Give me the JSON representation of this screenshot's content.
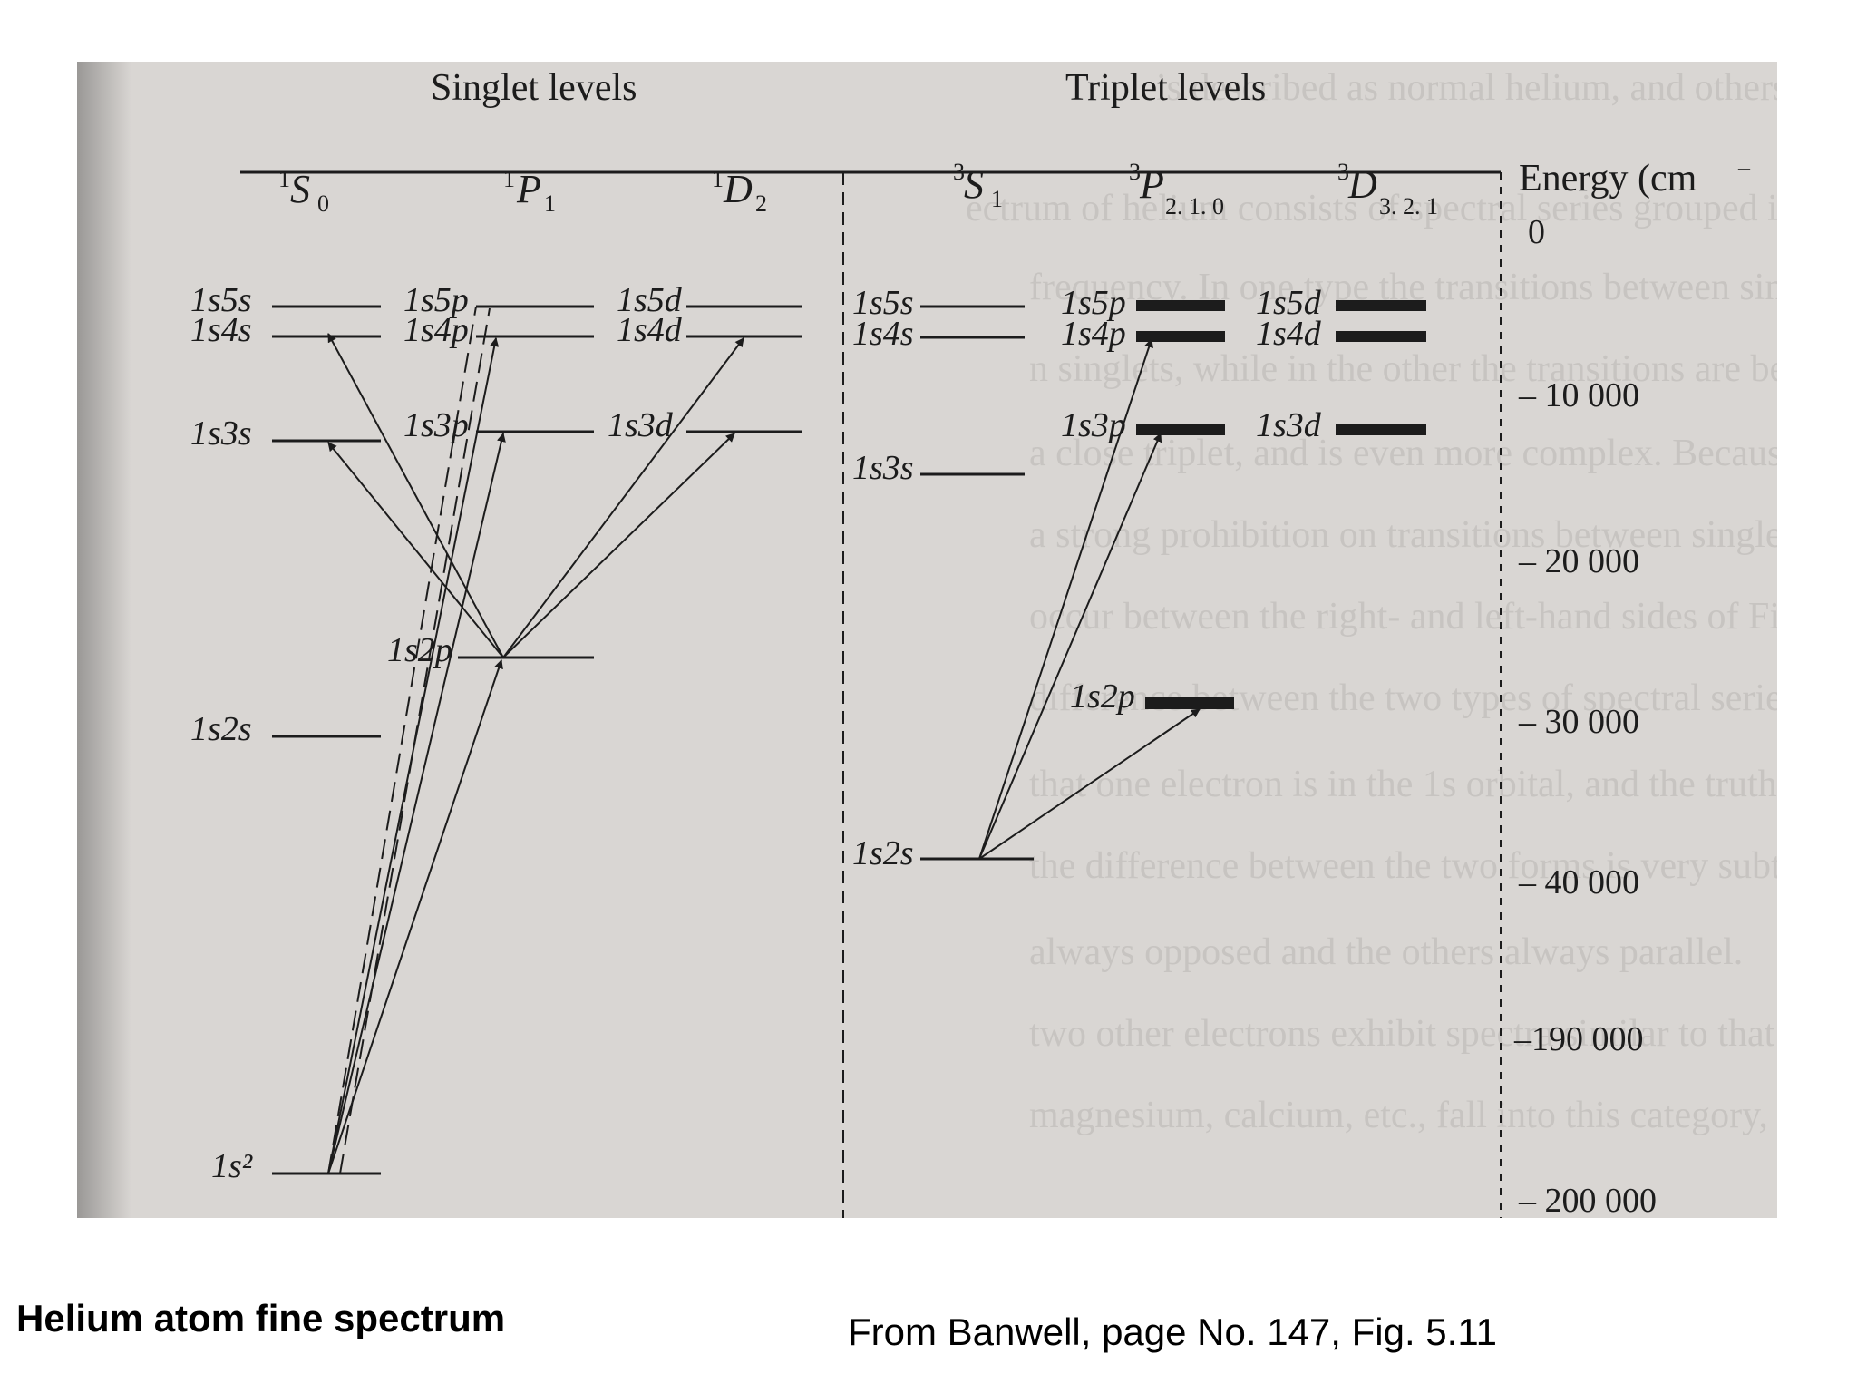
{
  "headers": {
    "singlet": "Singlet levels",
    "triplet": "Triplet levels"
  },
  "singlet_terms": [
    {
      "pre": "1",
      "letter": "S",
      "sub": "0"
    },
    {
      "pre": "1",
      "letter": "P",
      "sub": "1"
    },
    {
      "pre": "1",
      "letter": "D",
      "sub": "2"
    }
  ],
  "triplet_terms": [
    {
      "pre": "3",
      "letter": "S",
      "sub": "1"
    },
    {
      "pre": "3",
      "letter": "P",
      "sub": "2. 1. 0"
    },
    {
      "pre": "3",
      "letter": "D",
      "sub": "3. 2. 1"
    }
  ],
  "energy_axis": {
    "label": "Energy (cm",
    "ticks": [
      "0",
      "– 10 000",
      "– 20 000",
      "– 30 000",
      "– 40 000",
      "–190 000",
      "– 200 000"
    ]
  },
  "singlet_levels": {
    "S": [
      "1s5s",
      "1s4s",
      "1s3s",
      "1s2s",
      "1s²"
    ],
    "P": [
      "1s5p",
      "1s4p",
      "1s3p",
      "1s2p"
    ],
    "D": [
      "1s5d",
      "1s4d",
      "1s3d"
    ]
  },
  "triplet_levels": {
    "S": [
      "1s5s",
      "1s4s",
      "1s3s",
      "1s2s"
    ],
    "P": [
      "1s5p",
      "1s4p",
      "1s3p",
      "1s2p"
    ],
    "D": [
      "1s5d",
      "1s4d",
      "1s3d"
    ]
  },
  "captions": {
    "left": "Helium atom fine spectrum",
    "right": "From Banwell, page No. 147, Fig. 5.11"
  },
  "colors": {
    "scan_bg": "#d9d6d3",
    "ink": "#1c1c1c",
    "bleed": "#b9b6b3"
  }
}
